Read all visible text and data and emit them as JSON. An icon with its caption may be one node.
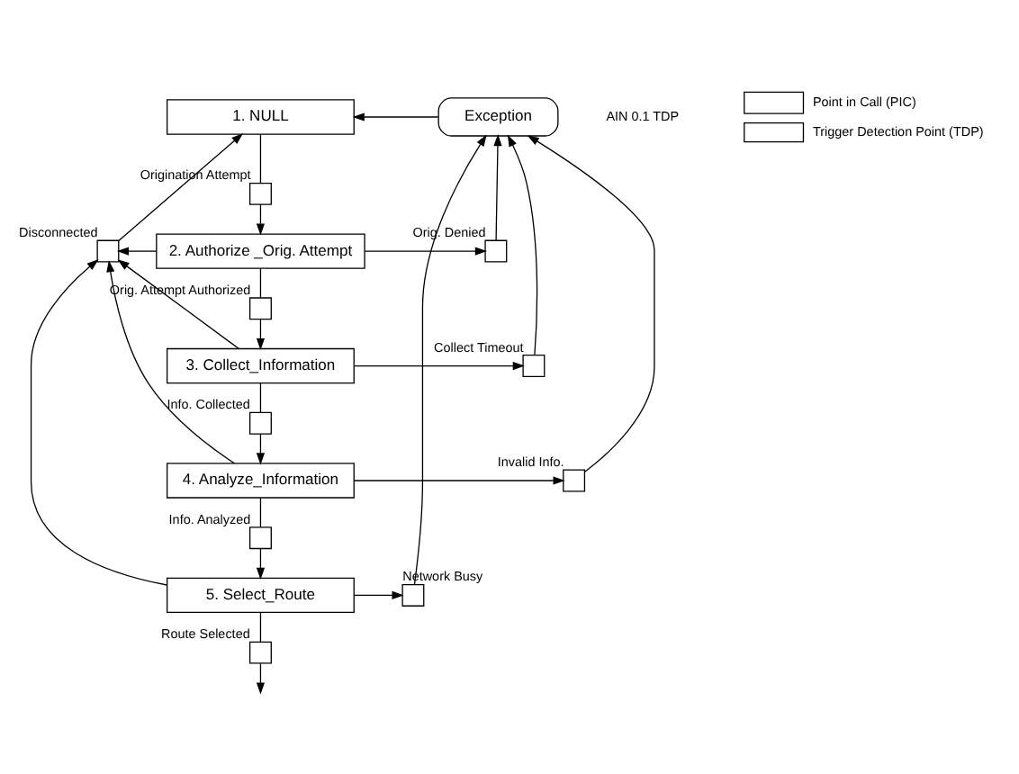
{
  "diagram": {
    "nodes": [
      {
        "text": [
          "1. NULL"
        ]
      },
      {
        "text": [
          "Exception"
        ]
      },
      {
        "text": [],
        "shape": "box",
        "beside": [
          "Origination Attempt"
        ]
      },
      {
        "text": [],
        "shape": "box",
        "beside": [
          "Disconnected"
        ]
      },
      {
        "text": [
          "2. Authorize _Orig. Attempt"
        ]
      },
      {
        "text": [],
        "shape": "box",
        "beside": [
          "Orig. Denied"
        ]
      },
      {
        "text": [],
        "shape": "box",
        "beside": [
          "Orig. Attempt Authorized"
        ]
      },
      {
        "text": [
          "3. Collect_Information"
        ]
      },
      {
        "text": [],
        "shape": "box",
        "beside": [
          "Collect Timeout"
        ]
      },
      {
        "text": [],
        "shape": "box",
        "beside": [
          "Info. Collected"
        ]
      },
      {
        "text": [
          "4. Analyze_Information"
        ]
      },
      {
        "text": [],
        "shape": "box",
        "beside": [
          "Invalid Info."
        ]
      },
      {
        "text": [],
        "shape": "box",
        "beside": [
          "Info. Analyzed"
        ]
      },
      {
        "text": [
          "5. Select_Route"
        ]
      },
      {
        "text": [],
        "shape": "box",
        "beside": [
          "Network Busy"
        ]
      },
      {
        "text": [],
        "shape": "box",
        "beside": [
          "Route Selected"
        ]
      }
    ],
    "edges": [
      {
        "from": 0,
        "to": 2,
        "arrow": "none"
      },
      {
        "from": 2,
        "to": 4,
        "arrow": "to"
      },
      {
        "from": 4,
        "to": 6,
        "arrow": "none"
      },
      {
        "from": 6,
        "to": 7,
        "arrow": "to"
      },
      {
        "from": 7,
        "to": 9,
        "arrow": "none"
      },
      {
        "from": 9,
        "to": 10,
        "arrow": "to"
      },
      {
        "from": 10,
        "to": 12,
        "arrow": "none"
      },
      {
        "from": 12,
        "to": 13,
        "arrow": "to"
      },
      {
        "from": 13,
        "to": 15,
        "arrow": "none"
      },
      {
        "from": 15,
        "to": null,
        "arrow": "to"
      },
      {
        "from": 4,
        "to": 3,
        "arrow": "to"
      },
      {
        "from": 7,
        "to": 3,
        "arrow": "to"
      },
      {
        "from": 10,
        "to": 3,
        "arrow": "to"
      },
      {
        "from": 13,
        "to": 3,
        "arrow": "to"
      },
      {
        "from": 3,
        "to": 0,
        "arrow": "to"
      },
      {
        "from": 4,
        "to": 5,
        "arrow": "to"
      },
      {
        "from": 7,
        "to": 8,
        "arrow": "to"
      },
      {
        "from": 10,
        "to": 11,
        "arrow": "to"
      },
      {
        "from": 13,
        "to": 14,
        "arrow": "to"
      },
      {
        "from": 5,
        "to": 1,
        "arrow": "to"
      },
      {
        "from": 8,
        "to": 1,
        "arrow": "to"
      },
      {
        "from": 11,
        "to": 1,
        "arrow": "to"
      },
      {
        "from": 14,
        "to": 1,
        "arrow": "to"
      },
      {
        "from": 1,
        "to": 0,
        "arrow": "to"
      }
    ],
    "labels": [
      "AIN 0.1 TDP"
    ],
    "legend": [
      {
        "text": "Point in Call (PIC)"
      },
      {
        "text": "Trigger Detection Point (TDP)"
      }
    ]
  }
}
